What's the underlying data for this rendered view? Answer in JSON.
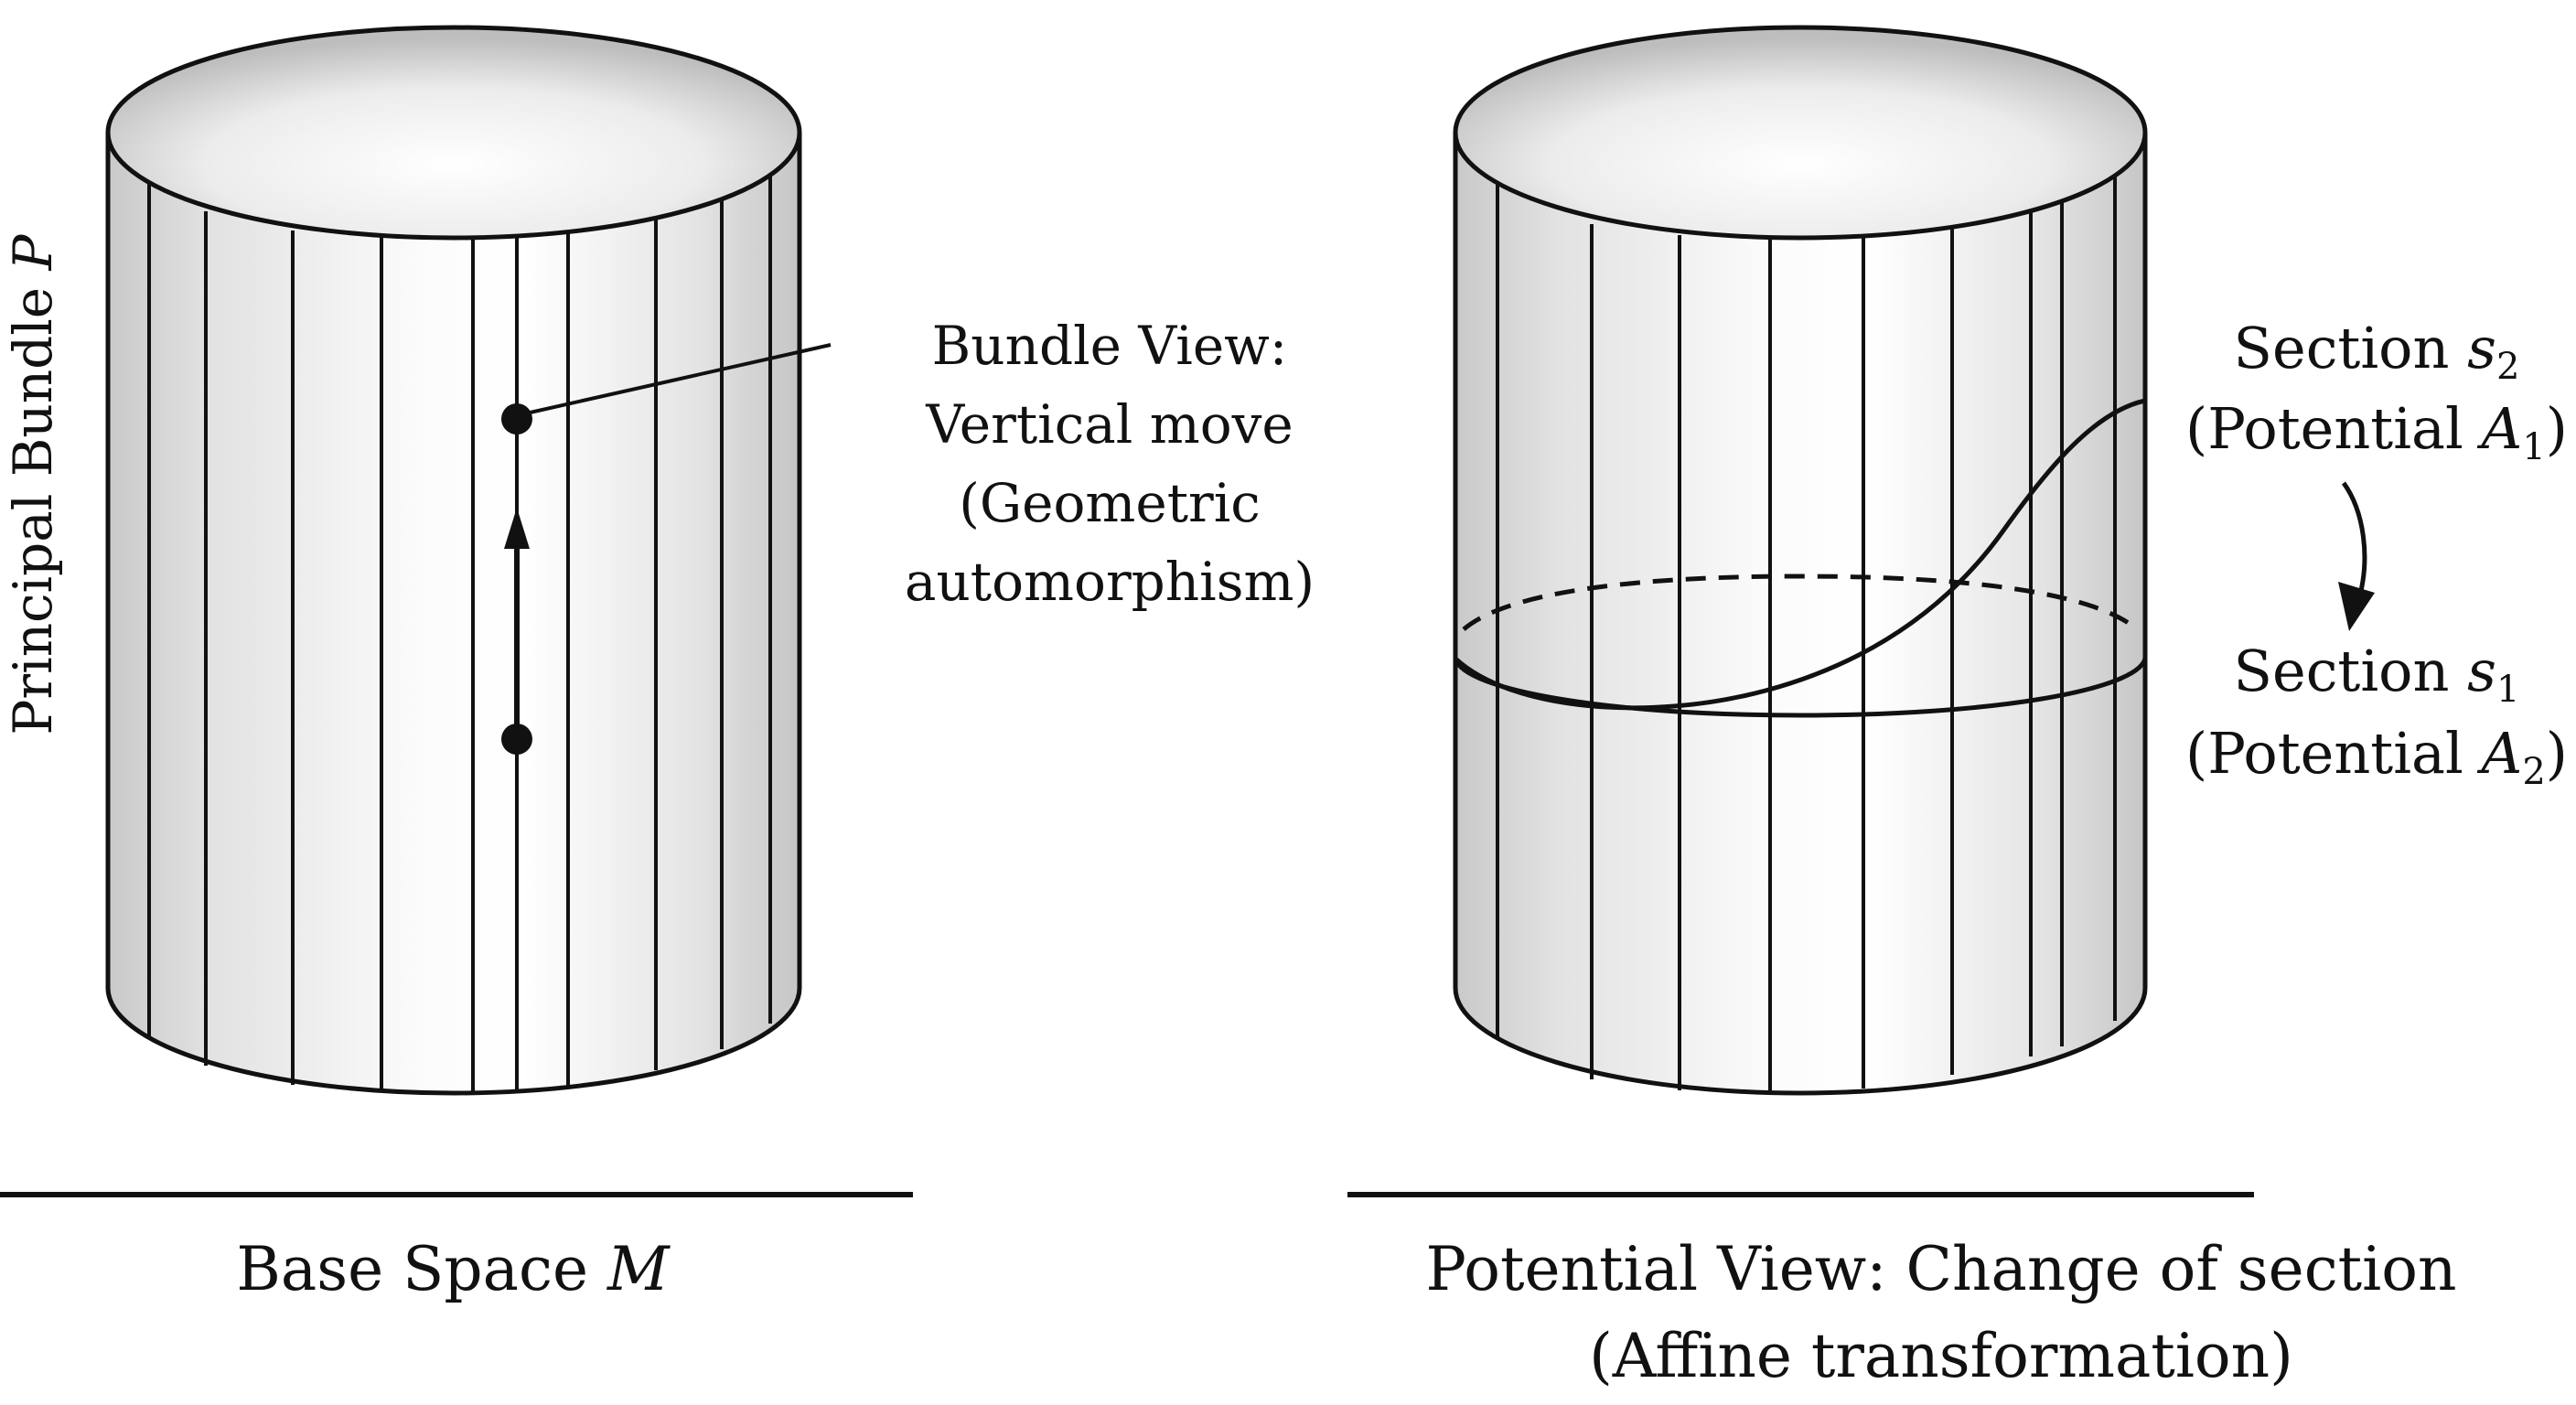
{
  "left_panel": {
    "vertical_label": {
      "main": "Principal Bundle ",
      "var": "P"
    },
    "annotation": {
      "line1": "Bundle View:",
      "line2": "Vertical move",
      "line3": "(Geometric",
      "line4": "automorphism)"
    },
    "base_label": {
      "main": "Base Space ",
      "var": "M"
    }
  },
  "right_panel": {
    "section_top": {
      "line1_main": "Section ",
      "line1_var": "s",
      "line1_sub": "2",
      "line2_main": "(Potential ",
      "line2_var": "A",
      "line2_sub": "1",
      "line2_close": ")"
    },
    "section_bottom": {
      "line1_main": "Section ",
      "line1_var": "s",
      "line1_sub": "1",
      "line2_main": "(Potential ",
      "line2_var": "A",
      "line2_sub": "2",
      "line2_close": ")"
    },
    "caption": {
      "line1": "Potential View: Change of section",
      "line2": "(Affine transformation)"
    }
  }
}
